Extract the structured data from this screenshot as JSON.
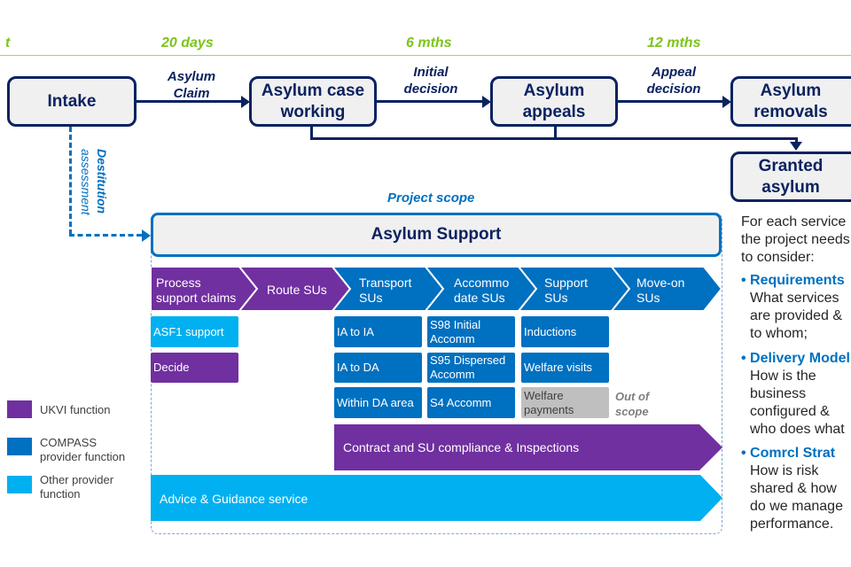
{
  "timeline": {
    "labels": [
      "t",
      "20 days",
      "6 mths",
      "12 mths"
    ]
  },
  "stages": {
    "intake": "Intake",
    "case_working": [
      "Asylum case",
      "working"
    ],
    "appeals": [
      "Asylum",
      "appeals"
    ],
    "removals": [
      "Asylum",
      "removals"
    ],
    "granted": [
      "Granted",
      "asylum"
    ]
  },
  "transitions": {
    "asylum_claim": [
      "Asylum",
      "Claim"
    ],
    "initial_decision": [
      "Initial",
      "decision"
    ],
    "appeal_decision": [
      "Appeal",
      "decision"
    ],
    "destitution": [
      "Destitution",
      "assessment"
    ]
  },
  "project_scope": {
    "title": "Project scope",
    "header": "Asylum Support"
  },
  "chevrons": [
    {
      "label": [
        "Process",
        "support claims"
      ],
      "color": "#7030a0"
    },
    {
      "label": [
        "Route SUs"
      ],
      "color": "#7030a0"
    },
    {
      "label": [
        "Transport",
        "SUs"
      ],
      "color": "#0070c0"
    },
    {
      "label": [
        "Accommo",
        "date SUs"
      ],
      "color": "#0070c0"
    },
    {
      "label": [
        "Support",
        "SUs"
      ],
      "color": "#0070c0"
    },
    {
      "label": [
        "Move-on",
        "SUs"
      ],
      "color": "#0070c0"
    }
  ],
  "cells": {
    "asf1": "ASF1 support",
    "decide": "Decide",
    "ia_to_ia": "IA to IA",
    "ia_to_da": "IA to DA",
    "within_da": "Within DA area",
    "s98": "S98 Initial Accomm",
    "s95": "S95 Dispersed Accomm",
    "s4": "S4 Accomm",
    "inductions": "Inductions",
    "welfare_visits": "Welfare visits",
    "welfare_payments": "Welfare payments",
    "out_of_scope": [
      "Out of",
      "scope"
    ]
  },
  "bars": {
    "contract": "Contract and SU compliance & Inspections",
    "advice": "Advice & Guidance service"
  },
  "legend": [
    {
      "label": "UKVI function",
      "color": "#7030a0"
    },
    {
      "label": "COMPASS provider function",
      "color": "#0070c0"
    },
    {
      "label": "Other provider function",
      "color": "#00b0f0"
    }
  ],
  "side": {
    "intro": [
      "For each service",
      "the project needs",
      "to consider:"
    ],
    "items": [
      {
        "head": "Requirements",
        "body": [
          "What services",
          "are provided &",
          "to whom;"
        ]
      },
      {
        "head": "Delivery Model",
        "body": [
          "How is the",
          "business",
          "configured &",
          "who does what"
        ]
      },
      {
        "head": "Comrcl Strat",
        "body": [
          "How is risk",
          "shared & how",
          "do we manage",
          "performance."
        ]
      }
    ]
  }
}
